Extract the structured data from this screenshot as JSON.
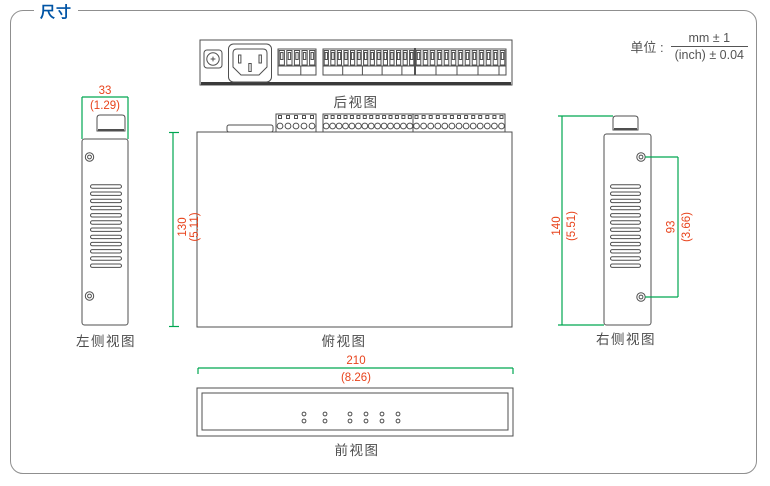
{
  "header": {
    "title": "尺寸"
  },
  "units": {
    "label": "单位 :",
    "mm": "mm ± 1",
    "inch": "(inch) ± 0.04"
  },
  "views": {
    "rear": {
      "caption": "后视图",
      "terminal_counts": [
        5,
        14,
        13
      ]
    },
    "left_side": {
      "caption": "左侧视图",
      "width_mm": "33",
      "width_inch": "(1.29)",
      "vent_slots": 12
    },
    "top": {
      "caption": "俯视图",
      "depth_mm": "130",
      "depth_inch": "(5.11)",
      "terminal_counts": [
        5,
        14,
        13
      ]
    },
    "right_side": {
      "caption": "右侧视图",
      "height_mm": "140",
      "height_inch": "(5.51)",
      "screw_span_mm": "93",
      "screw_span_inch": "(3.66)",
      "vent_slots": 12
    },
    "front": {
      "caption": "前视图",
      "width_mm": "210",
      "width_inch": "(8.26)",
      "led_columns": 6,
      "led_rows": 2
    }
  },
  "colors": {
    "accent": "#0054a5",
    "dimension_text": "#e8431c",
    "dimension_line": "#00a651",
    "outline": "#4f4f4f",
    "caption": "#4c4c4c",
    "frame": "#8f8f8f"
  }
}
